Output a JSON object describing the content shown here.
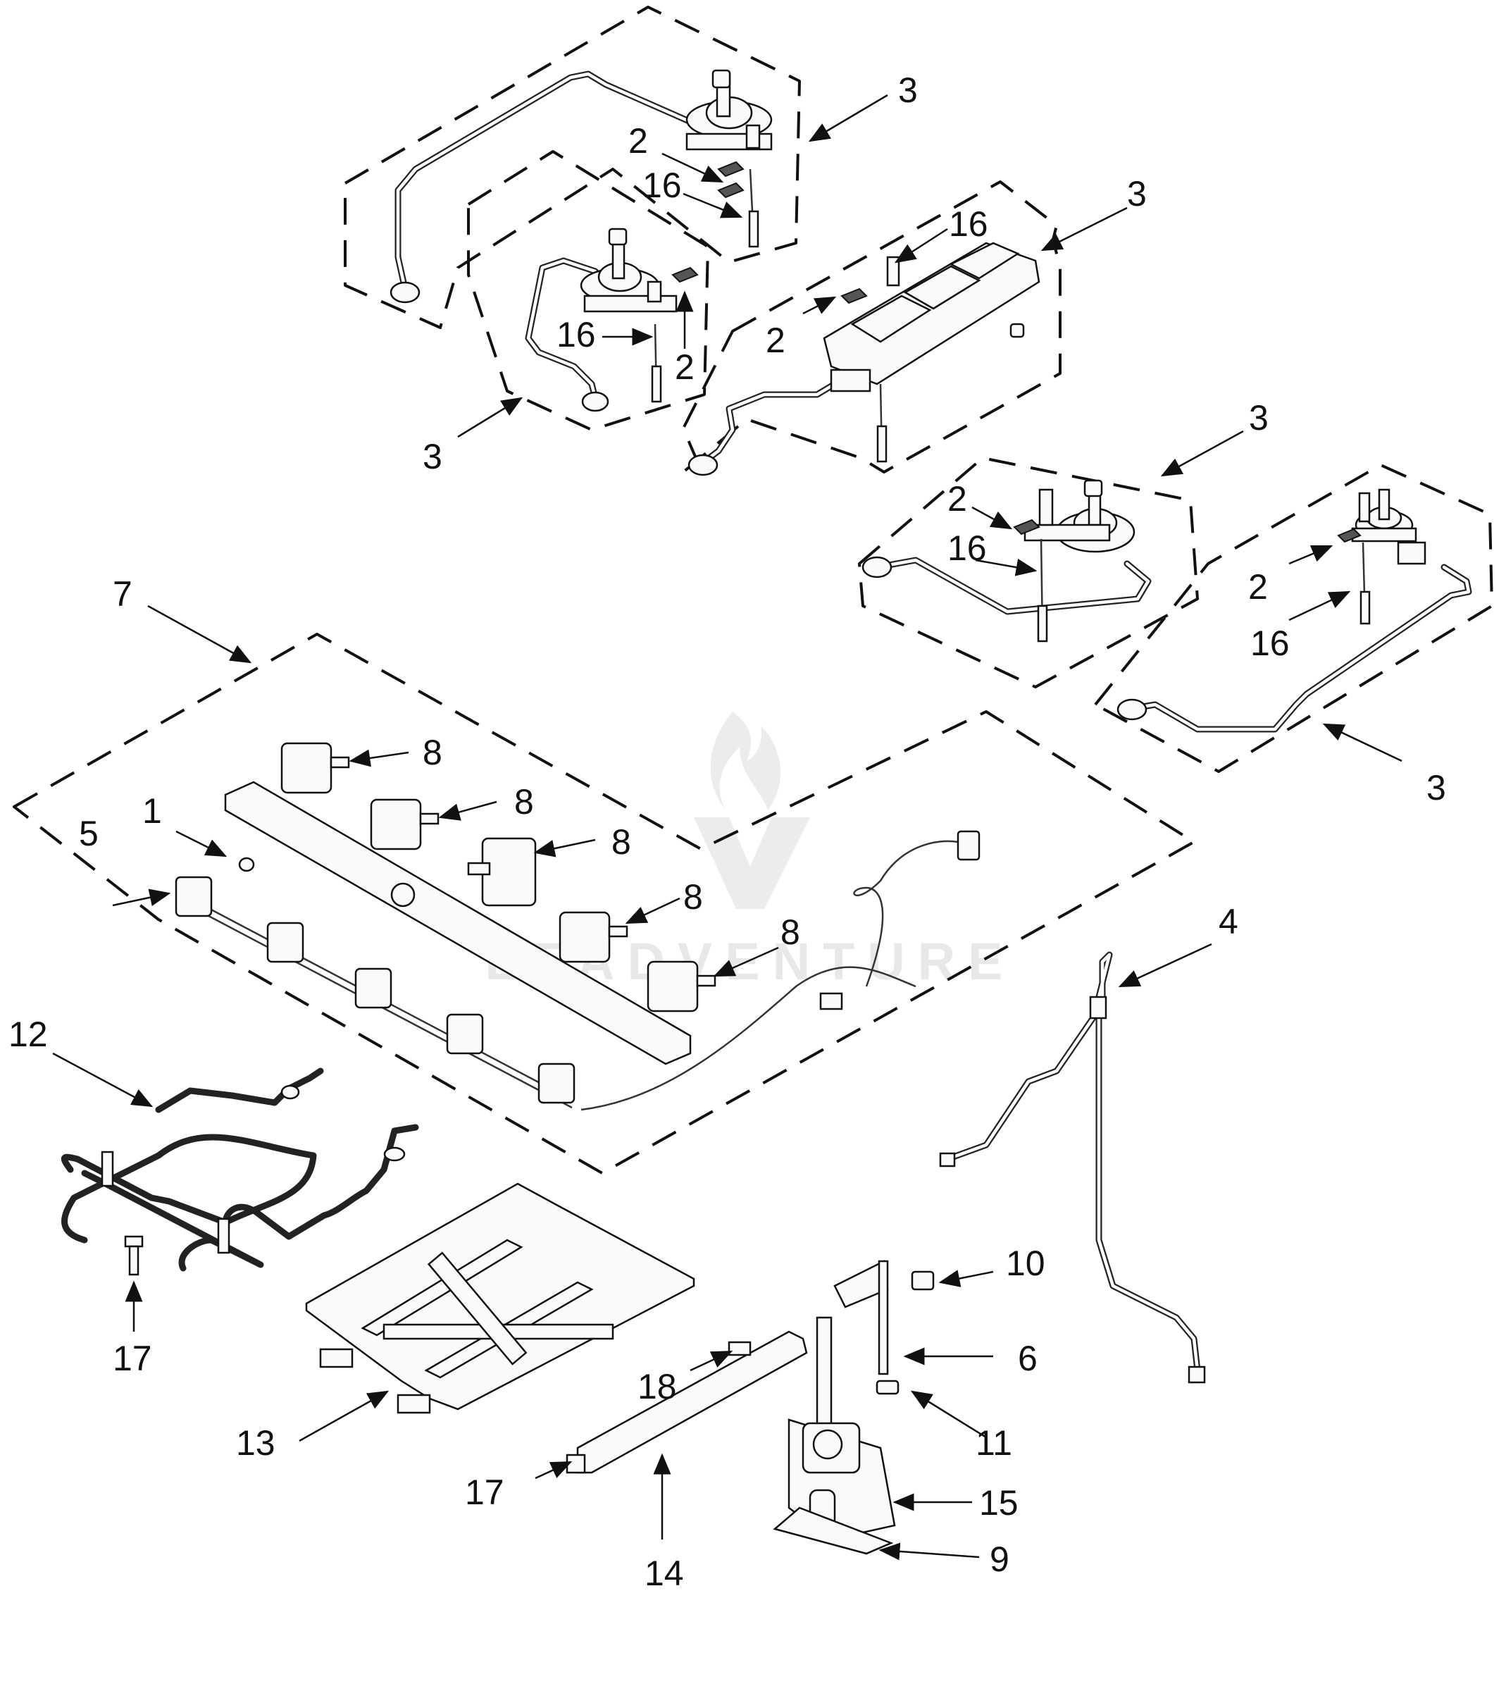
{
  "diagram": {
    "colors": {
      "line": "#111111",
      "background": "#ffffff",
      "watermark": "#e8e8e8"
    },
    "watermark": "LEADVENTURE",
    "callouts": [
      {
        "id": "c3a",
        "label": "3"
      },
      {
        "id": "c2a",
        "label": "2"
      },
      {
        "id": "c16a",
        "label": "16"
      },
      {
        "id": "c3b",
        "label": "3"
      },
      {
        "id": "c16b",
        "label": "16"
      },
      {
        "id": "c2b",
        "label": "2"
      },
      {
        "id": "c16c",
        "label": "16"
      },
      {
        "id": "c2c",
        "label": "2"
      },
      {
        "id": "c3c",
        "label": "3"
      },
      {
        "id": "c3d",
        "label": "3"
      },
      {
        "id": "c2d",
        "label": "2"
      },
      {
        "id": "c16d",
        "label": "16"
      },
      {
        "id": "c2e",
        "label": "2"
      },
      {
        "id": "c16e",
        "label": "16"
      },
      {
        "id": "c3e",
        "label": "3"
      },
      {
        "id": "c7",
        "label": "7"
      },
      {
        "id": "c8a",
        "label": "8"
      },
      {
        "id": "c8b",
        "label": "8"
      },
      {
        "id": "c8c",
        "label": "8"
      },
      {
        "id": "c8d",
        "label": "8"
      },
      {
        "id": "c8e",
        "label": "8"
      },
      {
        "id": "c1",
        "label": "1"
      },
      {
        "id": "c5",
        "label": "5"
      },
      {
        "id": "c4",
        "label": "4"
      },
      {
        "id": "c12",
        "label": "12"
      },
      {
        "id": "c17a",
        "label": "17"
      },
      {
        "id": "c13",
        "label": "13"
      },
      {
        "id": "c10",
        "label": "10"
      },
      {
        "id": "c6",
        "label": "6"
      },
      {
        "id": "c18",
        "label": "18"
      },
      {
        "id": "c11",
        "label": "11"
      },
      {
        "id": "c17b",
        "label": "17"
      },
      {
        "id": "c14",
        "label": "14"
      },
      {
        "id": "c15",
        "label": "15"
      },
      {
        "id": "c9",
        "label": "9"
      }
    ]
  }
}
